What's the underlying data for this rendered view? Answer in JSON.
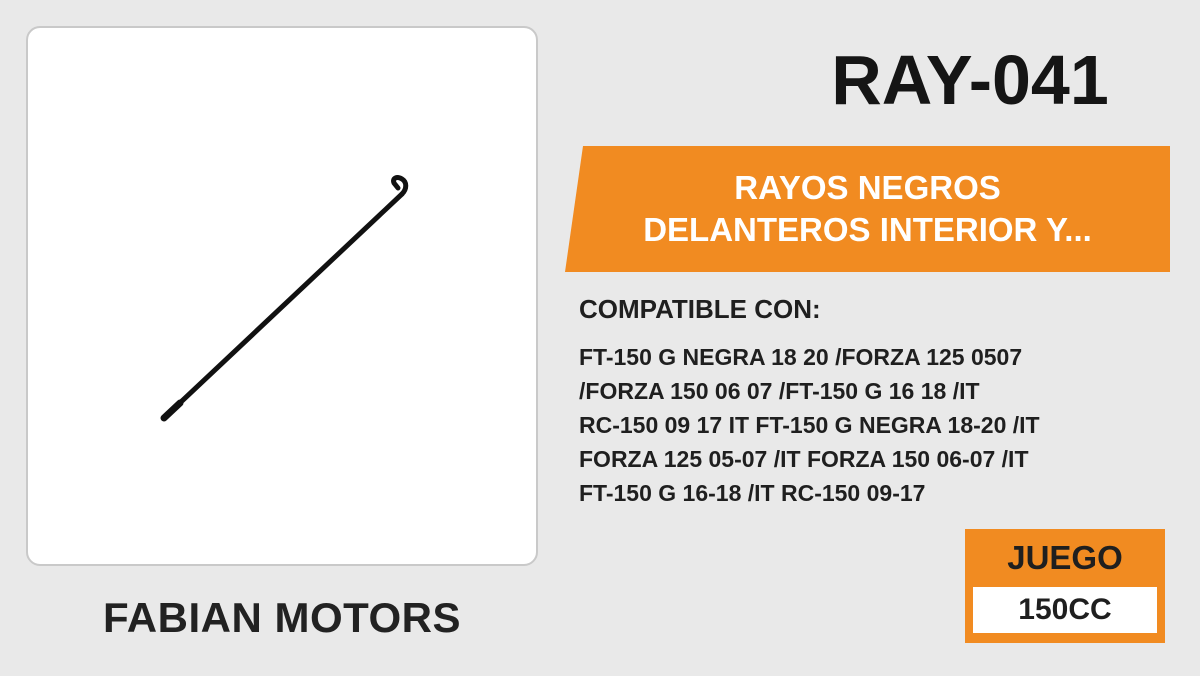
{
  "brand": "FABIAN MOTORS",
  "product": {
    "code": "RAY-041",
    "title_lines": [
      "RAYOS NEGROS",
      "DELANTEROS INTERIOR Y..."
    ],
    "image": "spoke-image",
    "compat_heading": "COMPATIBLE CON:",
    "compat_lines": [
      "FT-150 G NEGRA 18 20 /FORZA 125 0507",
      "/FORZA 150 06 07 /FT-150 G 16 18 /IT",
      "RC-150 09 17 IT FT-150 G NEGRA 18-20 /IT",
      "FORZA 125 05-07 /IT FORZA 150 06-07 /IT",
      "FT-150 G 16-18 /IT RC-150 09-17"
    ],
    "type_label": "JUEGO",
    "type_value": "150CC"
  },
  "colors": {
    "accent": "#f18b21",
    "background": "#e9e9e9",
    "text": "#1f1f1f"
  }
}
